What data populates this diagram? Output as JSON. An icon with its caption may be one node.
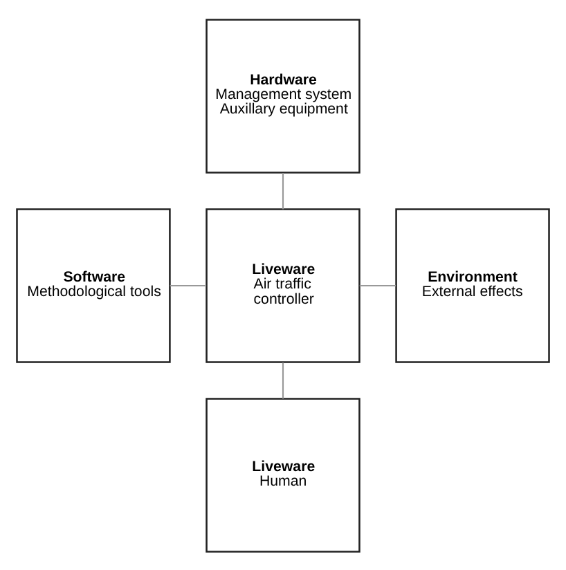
{
  "diagram": {
    "nodes": [
      {
        "text": [
          "Hardware",
          "Management system Auxillary equipment"
        ]
      },
      {
        "text": [
          "Software",
          "Methodological tools"
        ]
      },
      {
        "text": [
          "Liveware",
          "Air traffic controller"
        ]
      },
      {
        "text": [
          "Environment",
          "External effects"
        ]
      },
      {
        "text": [
          "Liveware",
          "Human"
        ]
      }
    ],
    "edges": [
      {
        "from": 0,
        "to": 2,
        "arrow": "none"
      },
      {
        "from": 1,
        "to": 2,
        "arrow": "none"
      },
      {
        "from": 2,
        "to": 3,
        "arrow": "none"
      },
      {
        "from": 2,
        "to": 4,
        "arrow": "none"
      }
    ]
  }
}
